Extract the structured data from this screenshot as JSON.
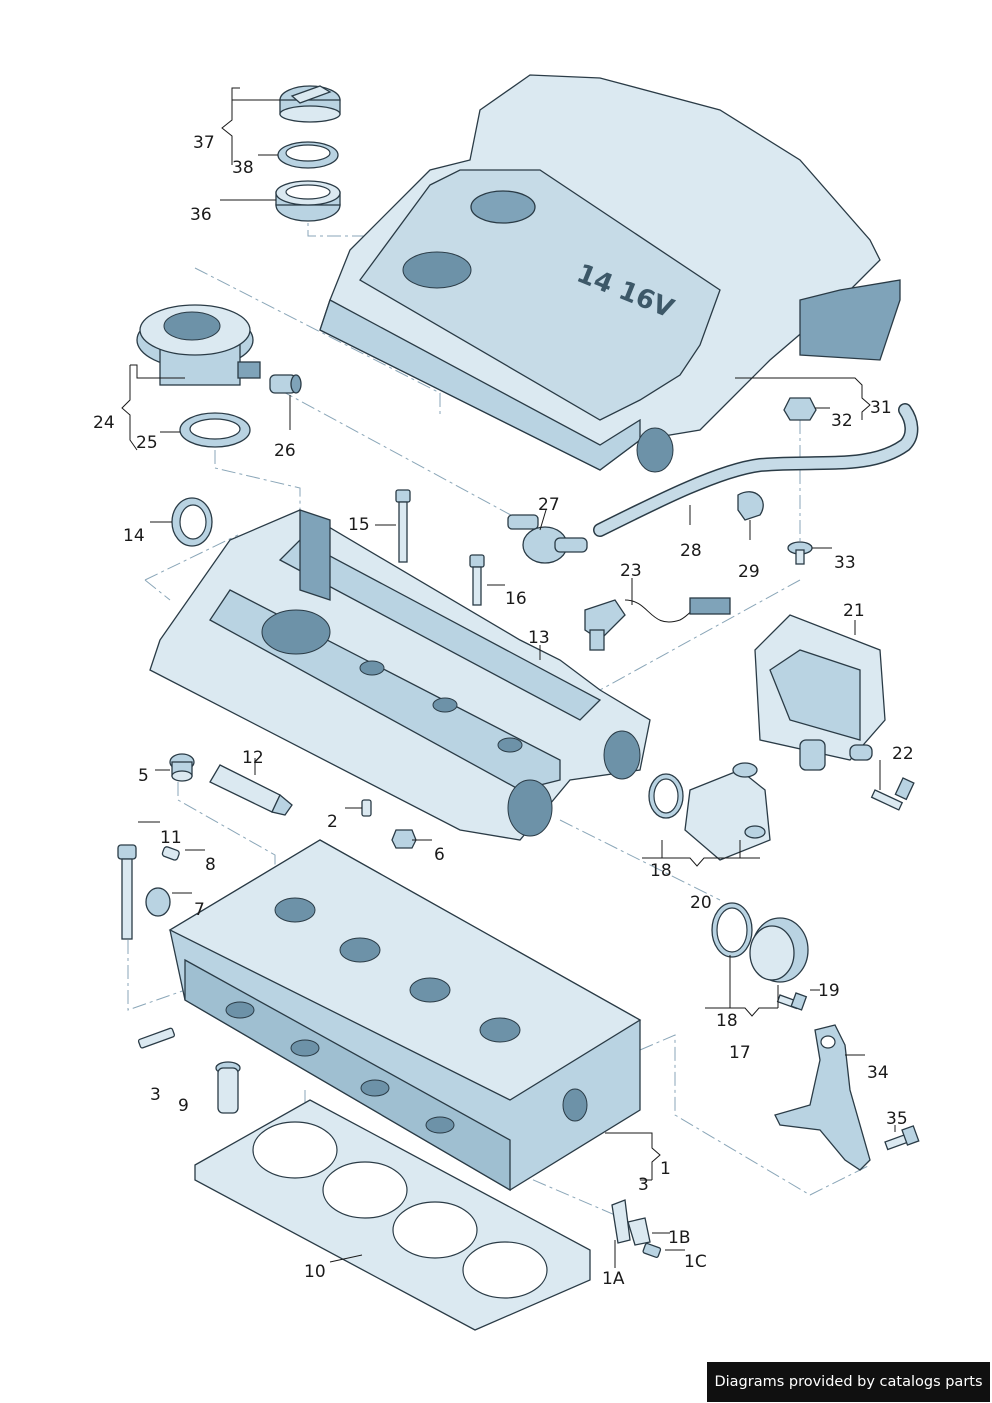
{
  "callouts": [
    "37",
    "38",
    "36",
    "24",
    "25",
    "26",
    "14",
    "15",
    "16",
    "27",
    "28",
    "29",
    "23",
    "13",
    "21",
    "22",
    "31",
    "32",
    "33",
    "5",
    "12",
    "2",
    "6",
    "11",
    "8",
    "7",
    "18",
    "20",
    "17",
    "19",
    "34",
    "35",
    "1",
    "3",
    "1B",
    "1C",
    "1A",
    "10"
  ],
  "footer": {
    "credit": "Diagrams provided by catalogs parts"
  },
  "icons": {
    "cover_badge": "14 16V"
  }
}
